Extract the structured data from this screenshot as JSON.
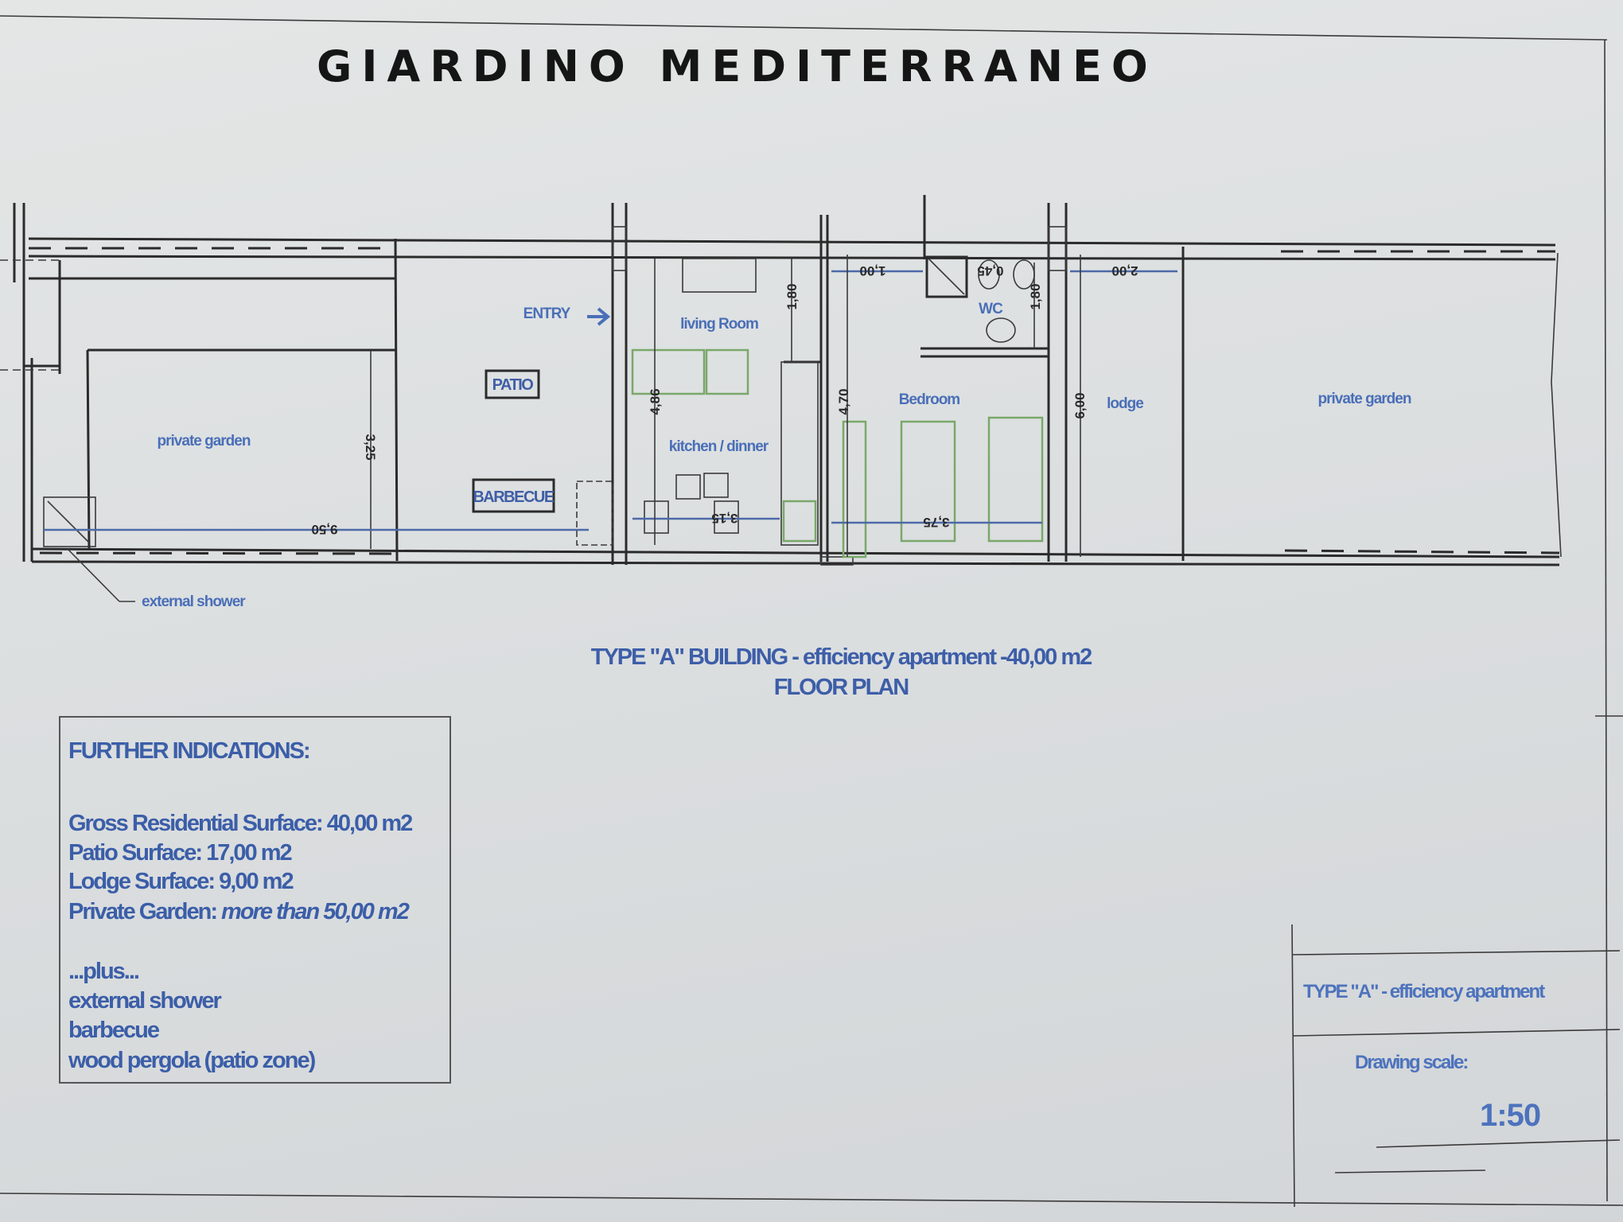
{
  "title": "GIARDINO MEDITERRANEO",
  "plan": {
    "rooms": {
      "private_garden_left": "private garden",
      "patio": "PATIO",
      "barbecue": "BARBECUE",
      "entry": "ENTRY",
      "living_room": "living Room",
      "kitchen": "kitchen / dinner",
      "bedroom": "Bedroom",
      "wc": "WC",
      "lodge": "lodge",
      "private_garden_right": "private garden",
      "external_shower": "external shower"
    },
    "dimensions": {
      "garden_width": "9,50",
      "garden_depth": "3,25",
      "kitchen_depth": "4,86",
      "living_depth": "1,80",
      "kitchen_width": "3,15",
      "bedroom_depth": "4,70",
      "hall_width": "1,00",
      "wc_width": "0,45",
      "wc_depth": "1,80",
      "lodge_width": "2,00",
      "bedroom_width": "3,75",
      "lodge_depth": "6,00"
    }
  },
  "caption": {
    "line1": "TYPE \"A\" BUILDING - efficiency apartment  -40,00 m2",
    "line2": "FLOOR PLAN"
  },
  "further_indications": {
    "heading": "FURTHER INDICATIONS:",
    "gross_label": "Gross Residential Surface:",
    "gross_value": "40,00 m2",
    "patio_label": "Patio Surface:",
    "patio_value": "17,00 m2",
    "lodge_label": "Lodge Surface:",
    "lodge_value": "9,00 m2",
    "garden_label": "Private Garden:",
    "garden_value": "more than 50,00 m2",
    "plus": "...plus...",
    "extras": [
      "external shower",
      "barbecue",
      "wood pergola (patio zone)"
    ]
  },
  "title_block": {
    "name": "TYPE \"A\" - efficiency apartment",
    "scale_label": "Drawing scale:",
    "scale_value": "1:50"
  }
}
